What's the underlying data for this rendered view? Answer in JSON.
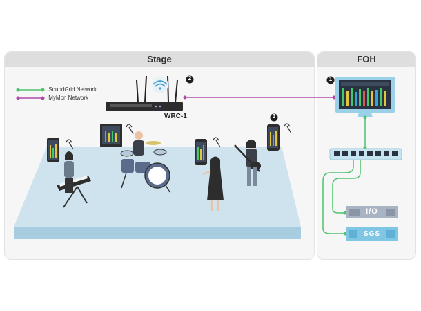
{
  "panels": {
    "stage_title": "Stage",
    "foh_title": "FOH"
  },
  "legend": {
    "soundgrid_label": "SoundGrid Network",
    "mymon_label": "MyMon Network",
    "soundgrid_color": "#4fc36b",
    "mymon_color": "#b04aa8"
  },
  "device": {
    "wrc_label": "WRC-1",
    "io_label": "I/O",
    "sgs_label": "SGS"
  },
  "markers": {
    "m1": "1",
    "m2": "2",
    "m3": "3"
  }
}
